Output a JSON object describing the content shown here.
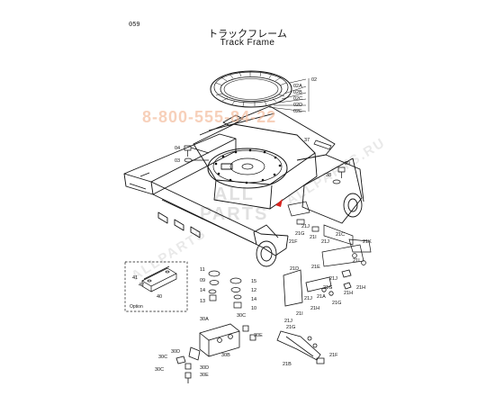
{
  "page": {
    "number": "059"
  },
  "title": {
    "japanese": "トラックフレーム",
    "english": "Track Frame"
  },
  "watermarks": {
    "phone": "8-800-555-84-22",
    "logo_top": "ALL",
    "logo_bottom": "PARTS",
    "diagonal_left": "ALLPARTS",
    "diagonal_right": "ALLPARTS.RU",
    "phone_color": "#f3b796"
  },
  "option_box": {
    "label": "Option"
  },
  "labels": {
    "p02": "02",
    "p02a": "02A",
    "p02b": "02B",
    "p02c": "02C",
    "p02d": "02D",
    "p02e": "02E",
    "p04": "04",
    "p03": "03",
    "p37": "37",
    "p39": "39",
    "p38": "38",
    "p21j_a": "21J",
    "p21g_a": "21G",
    "p21f_a": "21F",
    "p21i_a": "21I",
    "p21c": "21C",
    "p21j_b": "21J",
    "p21k": "21K",
    "p21i_b": "21I",
    "p21e": "21E",
    "p21h_a": "21H",
    "p21d": "21D",
    "p21j_c": "21J",
    "p21g_b": "21G",
    "p21h_b": "21H",
    "p21j_d": "21J",
    "p21a": "21A",
    "p21g_c": "21G",
    "p21h_c": "21H",
    "p21i_c": "21I",
    "p21j_e": "21J",
    "p21g_d": "21G",
    "p21f_b": "21F",
    "p21b": "21B",
    "p11": "11",
    "p09": "09",
    "p14a": "14",
    "p13": "13",
    "p15": "15",
    "p12": "12",
    "p14b": "14",
    "p10": "10",
    "p41": "41",
    "p42": "42",
    "p40": "40",
    "p30a": "30A",
    "p30c_a": "30C",
    "p30e_a": "30E",
    "p30b": "30B",
    "p30c_b": "30C",
    "p30d_a": "30D",
    "p30c_c": "30C",
    "p30d_b": "30D",
    "p30e_b": "30E"
  }
}
